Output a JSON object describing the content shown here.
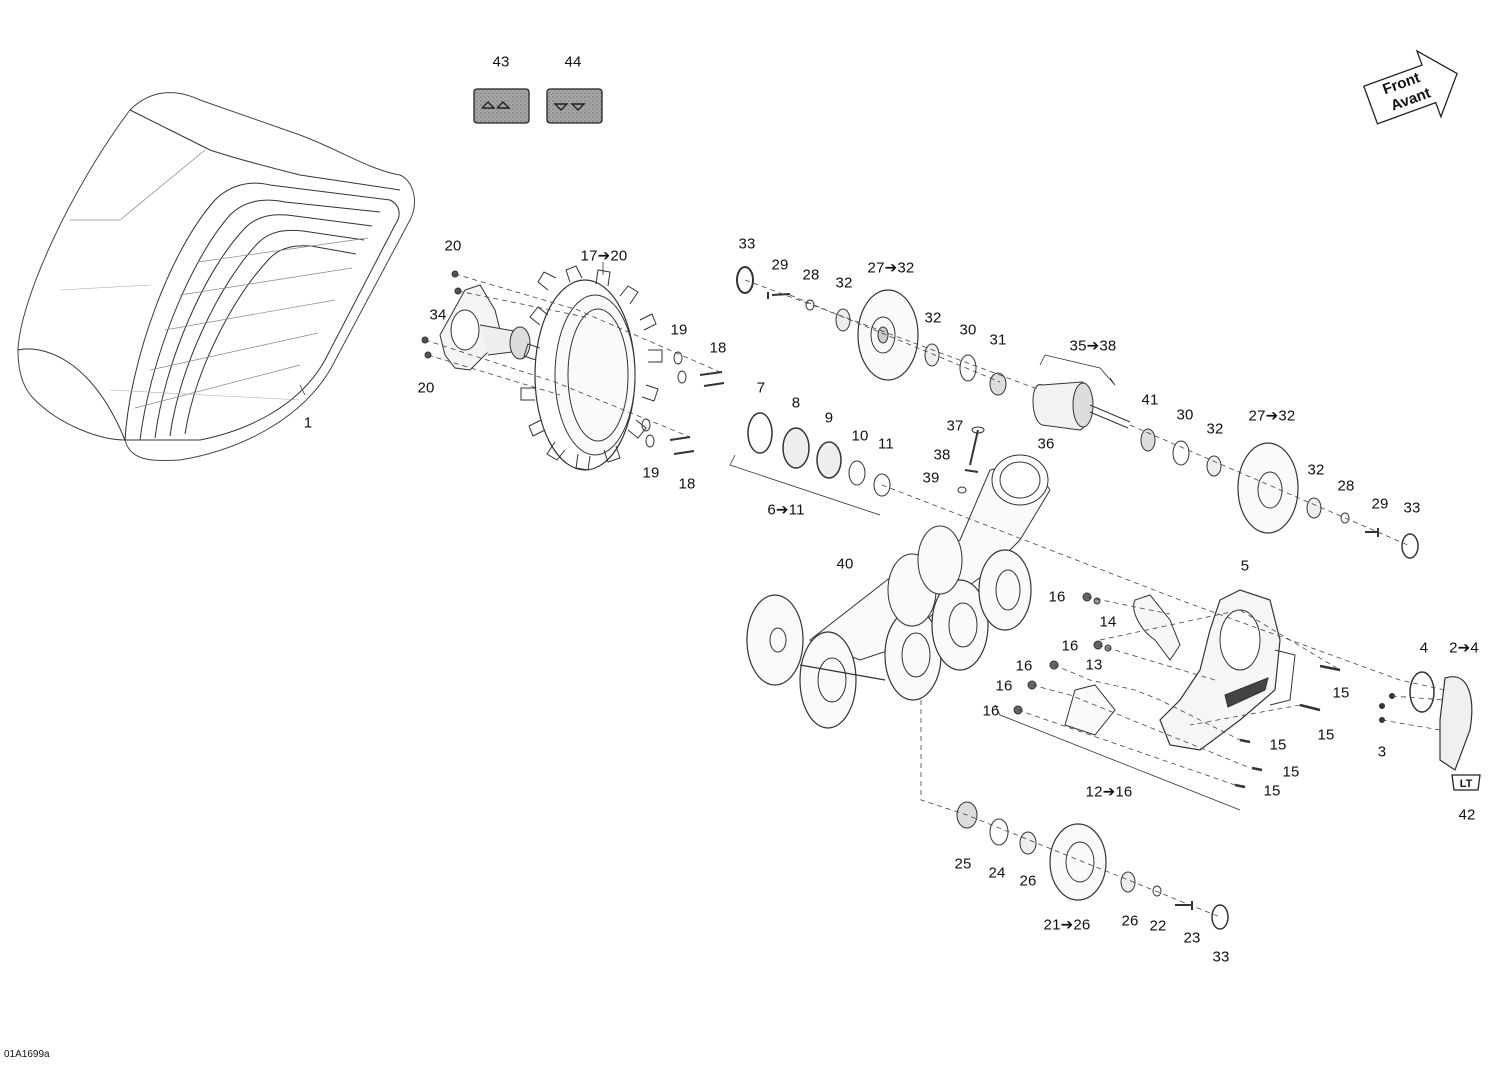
{
  "drawing_id": "01A1699a",
  "front_arrow": {
    "line1": "Front",
    "line2": "Avant"
  },
  "decal_42_text": "LT",
  "callouts": [
    "43",
    "44",
    "1",
    "20",
    "34",
    "20",
    "17➔20",
    "19",
    "18",
    "19",
    "18",
    "33",
    "29",
    "28",
    "32",
    "27➔32",
    "32",
    "30",
    "31",
    "35➔38",
    "7",
    "8",
    "9",
    "10",
    "11",
    "6➔11",
    "37",
    "38",
    "39",
    "36",
    "41",
    "30",
    "32",
    "27➔32",
    "32",
    "28",
    "29",
    "33",
    "40",
    "5",
    "16",
    "14",
    "16",
    "16",
    "13",
    "16",
    "16",
    "15",
    "4",
    "2➔4",
    "15",
    "3",
    "15",
    "15",
    "15",
    "12➔16",
    "42",
    "25",
    "24",
    "26",
    "21➔26",
    "26",
    "22",
    "23",
    "33"
  ],
  "colors": {
    "line": "#333333",
    "label": "#111111",
    "decal_fill": "#9a9a9a"
  }
}
